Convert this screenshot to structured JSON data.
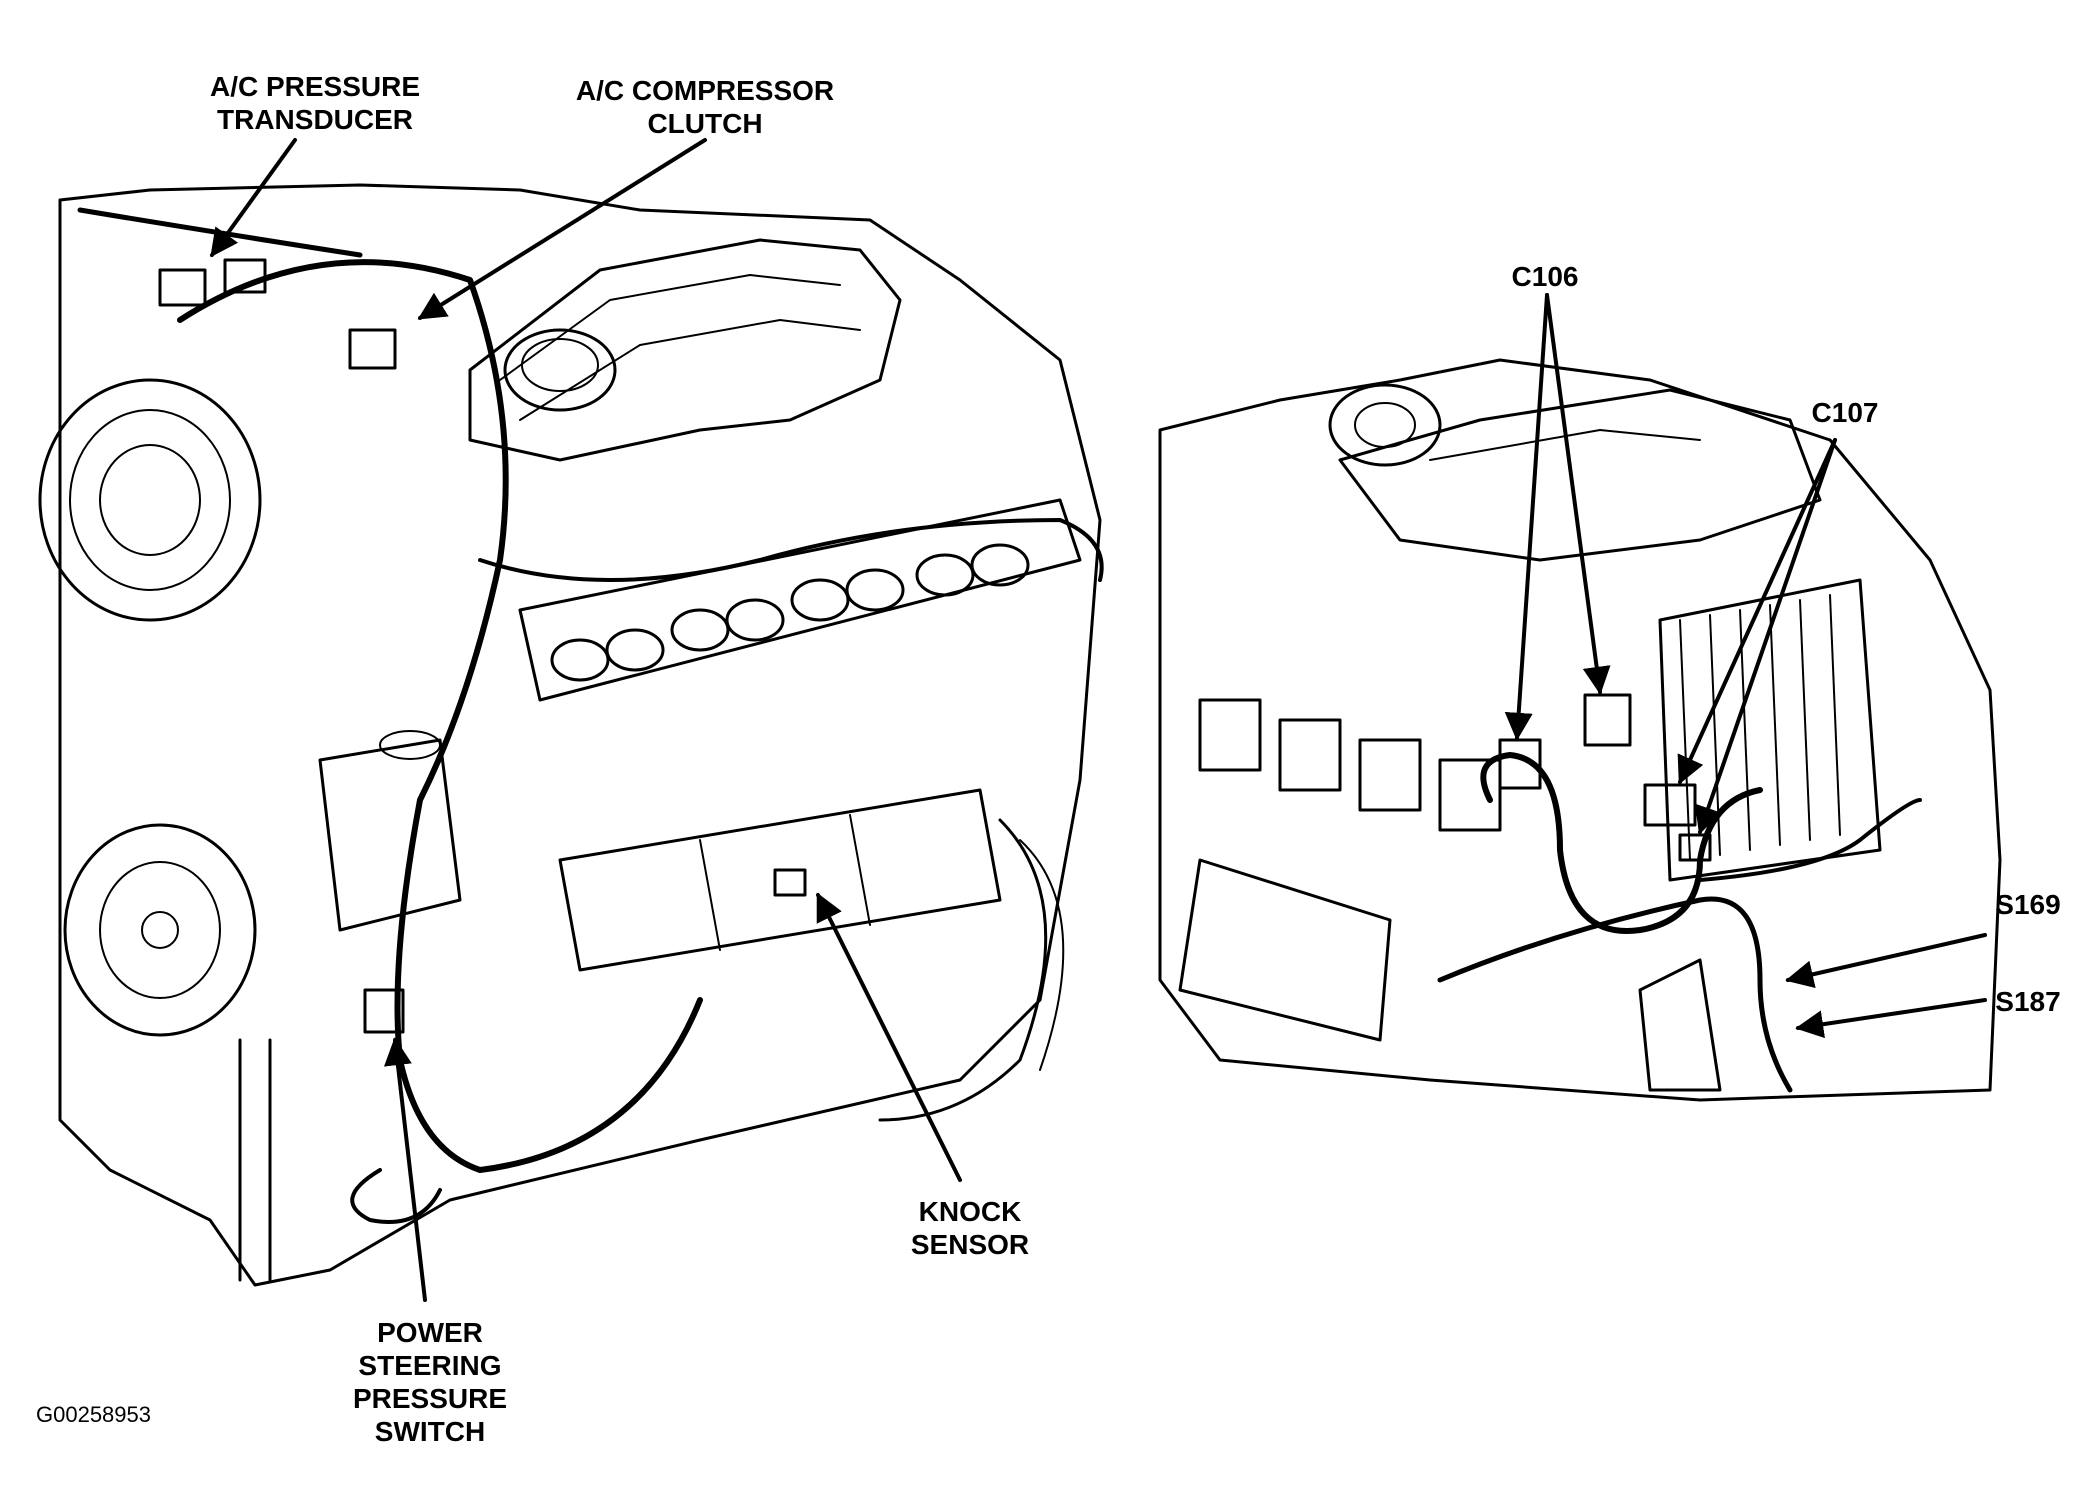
{
  "labels": {
    "ac_pressure_transducer": [
      "A/C PRESSURE",
      "TRANSDUCER"
    ],
    "ac_compressor_clutch": [
      "A/C COMPRESSOR",
      "CLUTCH"
    ],
    "knock_sensor": [
      "KNOCK",
      "SENSOR"
    ],
    "power_steering_pressure_switch": [
      "POWER",
      "STEERING",
      "PRESSURE",
      "SWITCH"
    ],
    "c106": "C106",
    "c107": "C107",
    "s169": "S169",
    "s187": "S187"
  },
  "figure_reference": "G00258953",
  "colors": {
    "ink": "#000000",
    "paper": "#ffffff"
  }
}
